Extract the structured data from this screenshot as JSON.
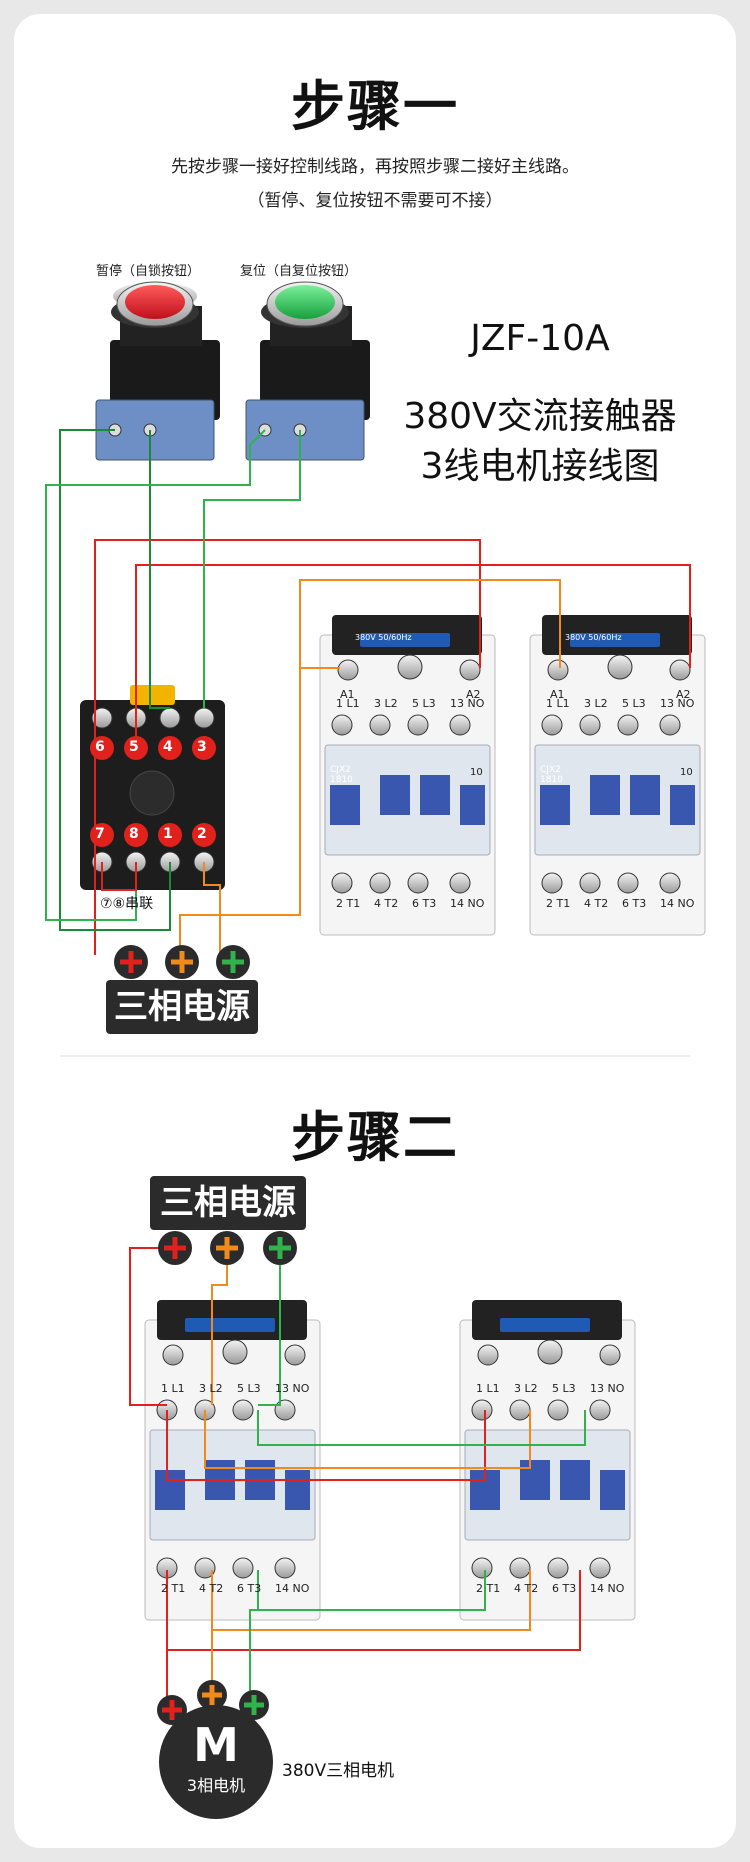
{
  "step1": {
    "title": "步骤一",
    "desc_line1": "先按步骤一接好控制线路，再按照步骤二接好主线路。",
    "desc_line2": "（暂停、复位按钮不需要可不接）",
    "button_pause_label": "暂停（自锁按钮）",
    "button_reset_label": "复位（自复位按钮）",
    "model": "JZF-10A",
    "subtitle_line1": "380V交流接触器",
    "subtitle_line2": "3线电机接线图",
    "relay_top_terminals": [
      "6",
      "5",
      "4",
      "3"
    ],
    "relay_bottom_terminals": [
      "7",
      "8",
      "1",
      "2"
    ],
    "series_note": "⑦⑧串联",
    "power_label": "三相电源"
  },
  "step2": {
    "title": "步骤二",
    "power_label": "三相电源",
    "motor_letter": "M",
    "motor_sub": "3相电机",
    "motor_label": "380V三相电机"
  },
  "contactor": {
    "top_labels": [
      "1 L1",
      "3 L2",
      "5 L3",
      "13 NO"
    ],
    "bottom_labels": [
      "2 T1",
      "4 T2",
      "6 T3",
      "14 NO"
    ],
    "coil_a1": "A1",
    "coil_a2": "A2",
    "badge": "380V  50/60Hz",
    "model_code": "CJX2 1810",
    "side_num": "10"
  },
  "colors": {
    "red": "#e0211c",
    "orange": "#f08a1c",
    "green": "#2fb34a",
    "dark_green": "#1b8a34",
    "blue_badge": "#1f5bb5"
  }
}
